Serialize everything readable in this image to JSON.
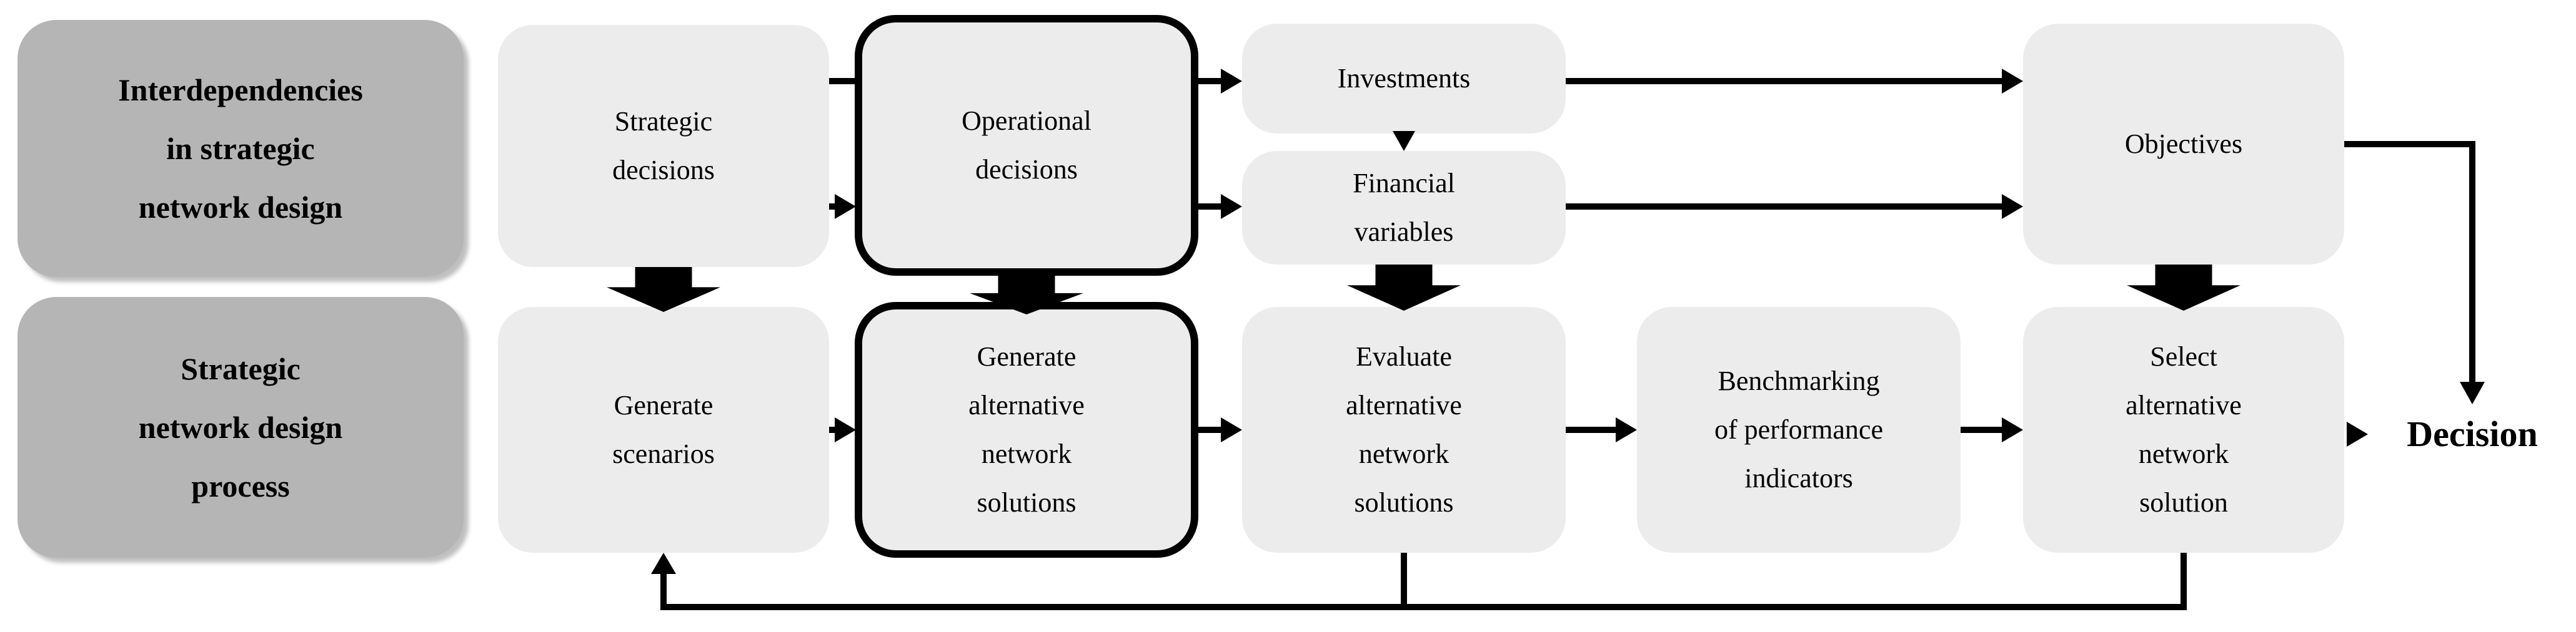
{
  "colors": {
    "background": "#ffffff",
    "box_fill": "#ececec",
    "header_fill": "#b5b5b5",
    "line": "#000000",
    "text": "#000000"
  },
  "headers": [
    {
      "id": "interdependencies",
      "label": "Interdependencies\nin strategic\nnetwork design"
    },
    {
      "id": "process",
      "label": "Strategic\nnetwork design\nprocess"
    }
  ],
  "top_row": {
    "strategic_decisions": "Strategic\ndecisions",
    "operational_decisions": "Operational\ndecisions",
    "investments": "Investments",
    "financial_variables": "Financial\nvariables",
    "objectives": "Objectives"
  },
  "bottom_row": {
    "generate_scenarios": "Generate\nscenarios",
    "generate_alternative": "Generate\nalternative\nnetwork\nsolutions",
    "evaluate": "Evaluate\nalternative\nnetwork\nsolutions",
    "benchmarking": "Benchmarking\nof performance\nindicators",
    "select": "Select\nalternative\nnetwork\nsolution"
  },
  "decision_label": "Decision",
  "emphasized_nodes": [
    "operational_decisions",
    "generate_alternative"
  ],
  "edges": [
    {
      "from": "strategic_decisions",
      "to": "operational_decisions",
      "style": "arrow"
    },
    {
      "from": "strategic_decisions",
      "to": "investments",
      "style": "line-through-operational"
    },
    {
      "from": "operational_decisions",
      "to": "investments",
      "style": "arrow"
    },
    {
      "from": "operational_decisions",
      "to": "financial_variables",
      "style": "arrow"
    },
    {
      "from": "investments",
      "to": "financial_variables",
      "style": "arrow-small"
    },
    {
      "from": "investments",
      "to": "objectives",
      "style": "arrow"
    },
    {
      "from": "financial_variables",
      "to": "objectives",
      "style": "arrow"
    },
    {
      "from": "objectives",
      "to": "decision",
      "style": "elbow-arrow"
    },
    {
      "from": "strategic_decisions",
      "to": "generate_scenarios",
      "style": "block-arrow"
    },
    {
      "from": "operational_decisions",
      "to": "generate_alternative",
      "style": "block-arrow"
    },
    {
      "from": "financial_variables",
      "to": "evaluate",
      "style": "block-arrow"
    },
    {
      "from": "objectives",
      "to": "select",
      "style": "block-arrow"
    },
    {
      "from": "generate_scenarios",
      "to": "generate_alternative",
      "style": "arrow"
    },
    {
      "from": "generate_alternative",
      "to": "evaluate",
      "style": "arrow"
    },
    {
      "from": "evaluate",
      "to": "benchmarking",
      "style": "arrow"
    },
    {
      "from": "benchmarking",
      "to": "select",
      "style": "arrow"
    },
    {
      "from": "select",
      "to": "decision",
      "style": "arrow"
    },
    {
      "from": "select",
      "to": "generate_scenarios",
      "style": "feedback-loop"
    },
    {
      "from": "evaluate",
      "to": "feedback-loop",
      "style": "feedback-junction"
    }
  ]
}
